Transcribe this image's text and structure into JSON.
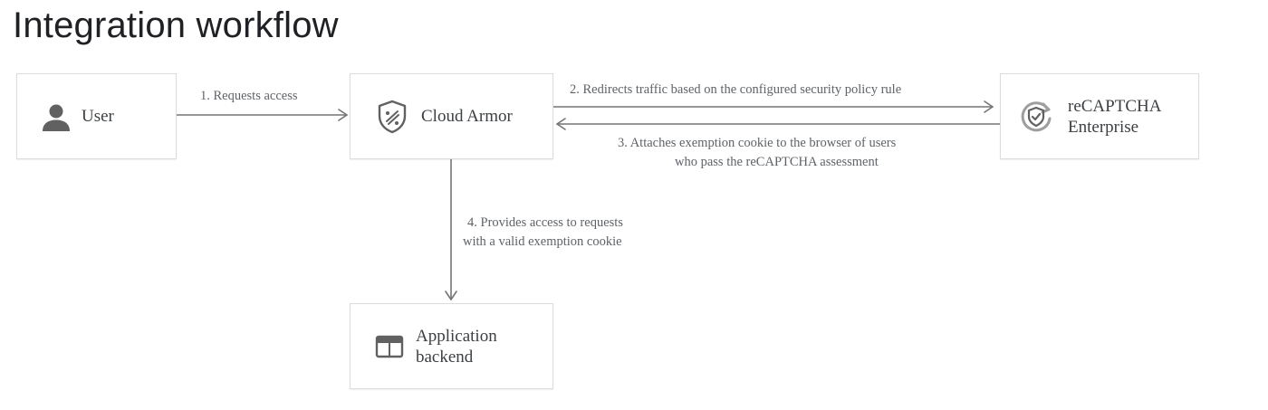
{
  "title": "Integration workflow",
  "nodes": {
    "user": {
      "label": "User",
      "icon": "person-icon"
    },
    "cloud_armor": {
      "label": "Cloud Armor",
      "icon": "shield-icon"
    },
    "recaptcha": {
      "label": "reCAPTCHA\nEnterprise",
      "icon": "recaptcha-icon"
    },
    "backend": {
      "label": "Application\nbackend",
      "icon": "browser-window-icon"
    }
  },
  "edges": {
    "step1": "1. Requests access",
    "step2": "2. Redirects traffic based on the configured security policy rule",
    "step3_line1": "3. Attaches exemption cookie to the browser of users",
    "step3_line2": "who pass the reCAPTCHA assessment",
    "step4_line1": "4. Provides access to requests",
    "step4_line2": "with a valid exemption cookie"
  },
  "colors": {
    "arrow": "#757575",
    "border": "#dadce0",
    "icon": "#616161"
  }
}
